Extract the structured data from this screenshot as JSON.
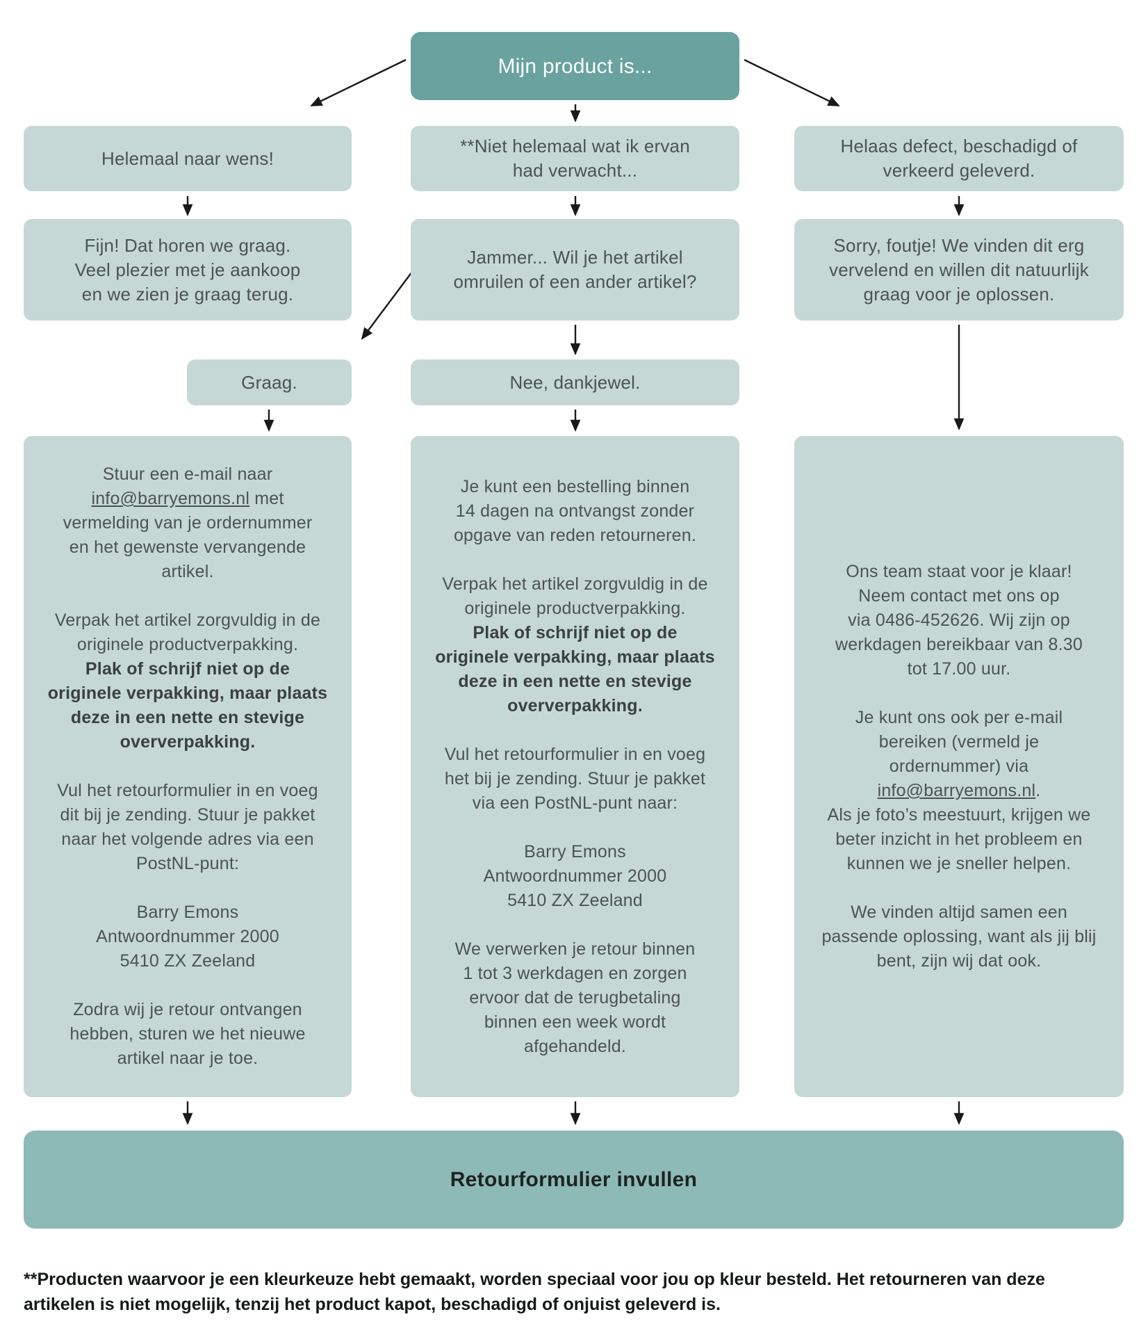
{
  "flowchart": {
    "root_label": "Mijn product is...",
    "branches": {
      "left": {
        "option": "Helemaal naar wens!",
        "response": "Fijn! Dat horen we graag.\nVeel plezier met je aankoop\nen we zien je graag terug."
      },
      "center": {
        "option": "**Niet helemaal wat ik ervan\nhad verwacht...",
        "response": "Jammer... Wil je het artikel\nomruilen of een ander artikel?",
        "choice_yes": "Graag.",
        "choice_no": "Nee, dankjewel."
      },
      "right": {
        "option": "Helaas defect, beschadigd of\nverkeerd geleverd.",
        "response": "Sorry, foutje! We vinden dit erg\nvervelend en willen dit natuurlijk\ngraag voor je oplossen."
      }
    },
    "detail_left": {
      "p1_before": "Stuur een e-mail naar\n",
      "p1_link": "info@barryemons.nl",
      "p1_after": " met\nvermelding van je ordernummer\nen het gewenste vervangende\nartikel.",
      "p2": "Verpak het artikel zorgvuldig in de\noriginele productverpakking.",
      "p2_bold": "Plak of schrijf niet op de\noriginele verpakking, maar plaats\ndeze in een nette en stevige\noververpakking.",
      "p3": "Vul het retourformulier in en voeg\ndit bij je zending. Stuur je pakket\nnaar het volgende adres via een\nPostNL-punt:",
      "address": "Barry Emons\nAntwoordnummer 2000\n5410 ZX Zeeland",
      "p5": "Zodra wij je retour ontvangen\nhebben, sturen we het nieuwe\nartikel naar je toe."
    },
    "detail_center": {
      "p1": "Je kunt een bestelling binnen\n14 dagen na ontvangst zonder\nopgave van reden retourneren.",
      "p2": "Verpak het artikel zorgvuldig in de\noriginele productverpakking.",
      "p2_bold": "Plak of schrijf niet op de\noriginele verpakking, maar plaats\ndeze in een nette en stevige\noververpakking.",
      "p3": "Vul het retourformulier in en voeg\nhet bij je zending. Stuur je pakket\nvia een PostNL-punt naar:",
      "address": "Barry Emons\nAntwoordnummer 2000\n5410 ZX Zeeland",
      "p5": "We verwerken je retour binnen\n1 tot 3 werkdagen en zorgen\nervoor dat de terugbetaling\nbinnen een week wordt\nafgehandeld."
    },
    "detail_right": {
      "p1": "Ons team staat voor je klaar!\nNeem contact met ons op\nvia 0486-452626. Wij zijn op\nwerkdagen bereikbaar van 8.30\ntot 17.00 uur.",
      "p2_before": "Je kunt ons ook per e-mail\nbereiken (vermeld je\nordernummer) via\n",
      "p2_link": "info@barryemons.nl",
      "p2_after": ".\nAls je foto’s meestuurt, krijgen we\nbeter inzicht in het probleem en\nkunnen we je sneller helpen.",
      "p3": "We vinden altijd samen een\npassende oplossing, want als jij blij\nbent, zijn wij dat ook."
    },
    "cta_label": "Retourformulier invullen",
    "footnote": "**Producten waarvoor je een kleurkeuze hebt gemaakt, worden speciaal voor jou op kleur besteld. Het retourneren van deze\nartikelen is niet mogelijk, tenzij het product kapot, beschadigd of onjuist geleverd is.",
    "colors": {
      "root_box": "#69a29e",
      "node_box": "#c6d8d5",
      "cta_bar": "#8dbab6",
      "text": "#4b5353",
      "text_dark": "#1e2423",
      "arrow": "#1a1a1a"
    }
  }
}
